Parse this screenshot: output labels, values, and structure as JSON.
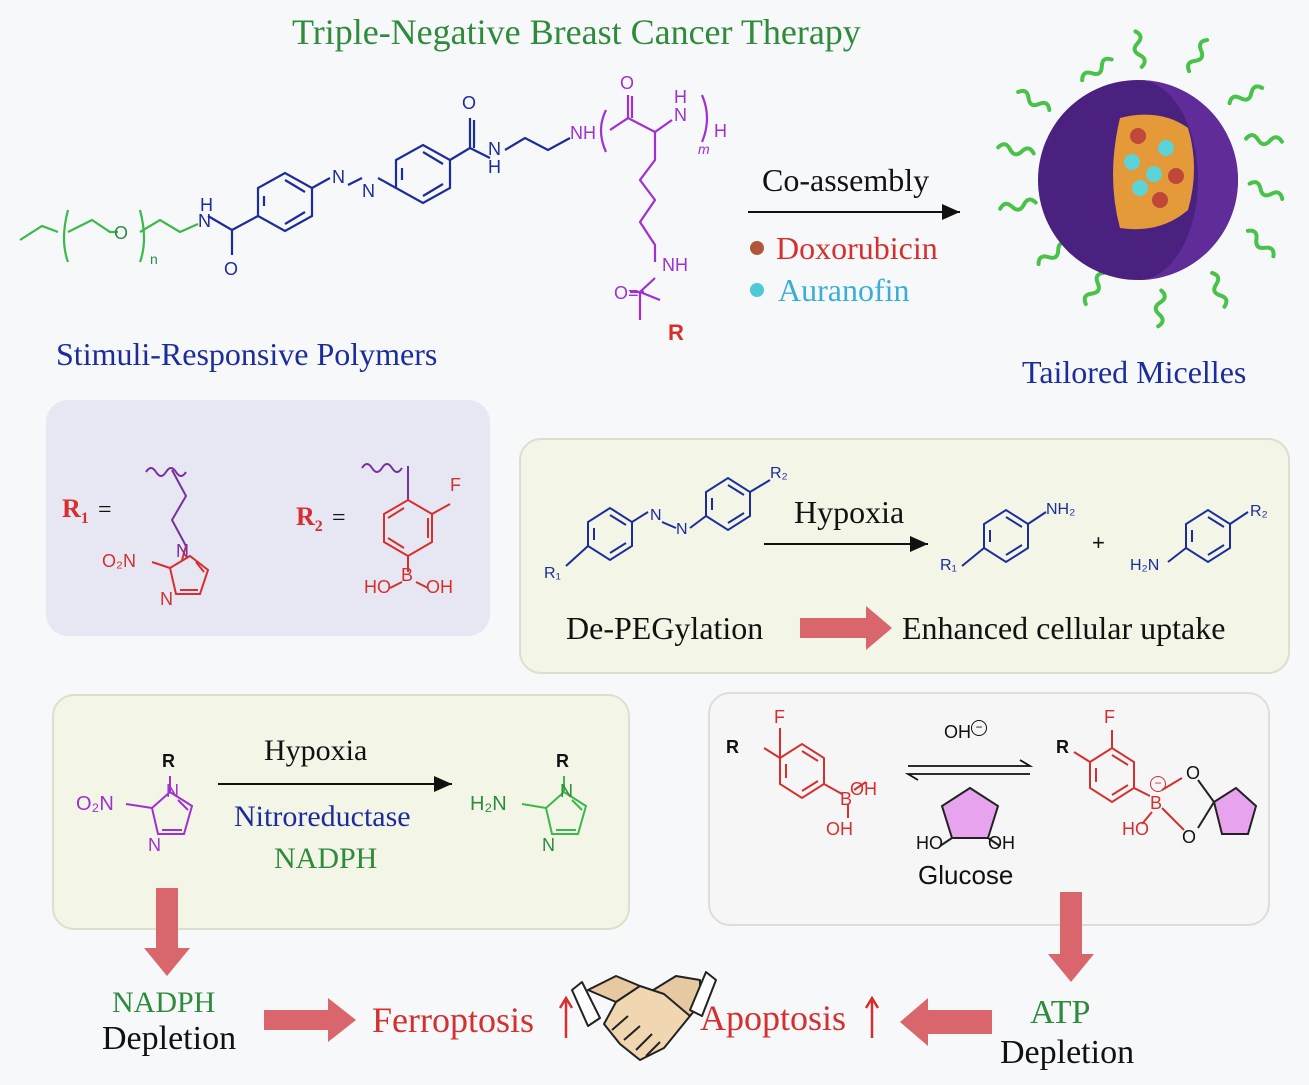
{
  "title": "Triple-Negative Breast Cancer Therapy",
  "top": {
    "polymers_label": "Stimuli-Responsive Polymers",
    "micelles_label": "Tailored Micelles",
    "coassembly_label": "Co-assembly",
    "drug1": "Doxorubicin",
    "drug2": "Auranofin",
    "polymer_text": {
      "n": "n",
      "m": "m",
      "h": "H",
      "nh": "NH",
      "o": "O",
      "r": "R",
      "n_atom": "N",
      "eq_o": "O="
    }
  },
  "r_groups": {
    "r1_label": "R",
    "r1_sub": "1",
    "r2_label": "R",
    "r2_sub": "2",
    "equals": "=",
    "o2n": "O₂N",
    "n": "N",
    "f": "F",
    "b": "B",
    "ho": "HO",
    "oh": "OH"
  },
  "azo_panel": {
    "condition": "Hypoxia",
    "left": "De-PEGylation",
    "right": "Enhanced cellular uptake",
    "r1": "R₁",
    "r2": "R₂",
    "n": "N",
    "nh2": "NH₂",
    "h2n": "H₂N",
    "plus": "+"
  },
  "nitro_panel": {
    "condition": "Hypoxia",
    "enzyme": "Nitroreductase",
    "cofactor": "NADPH",
    "r": "R",
    "o2n": "O₂N",
    "n": "N",
    "h2n": "H₂N"
  },
  "boron_panel": {
    "condition": "OH",
    "sugar": "Glucose",
    "f": "F",
    "r": "R",
    "b": "B",
    "oh": "OH",
    "ho": "HO",
    "o": "O"
  },
  "outcomes": {
    "nadph": "NADPH",
    "nadph_sub": "Depletion",
    "ferroptosis": "Ferroptosis",
    "apoptosis": "Apoptosis",
    "atp": "ATP",
    "atp_sub": "Depletion"
  },
  "colors": {
    "title_green": "#2e8b3c",
    "navy": "#1c2c9a",
    "red": "#d62f2f",
    "sky": "#3aaed8",
    "purple": "#a030d0",
    "arrow_pink": "#d9666c",
    "panel_blue": "#e6e7f2",
    "panel_cream": "#f3f5e6"
  }
}
